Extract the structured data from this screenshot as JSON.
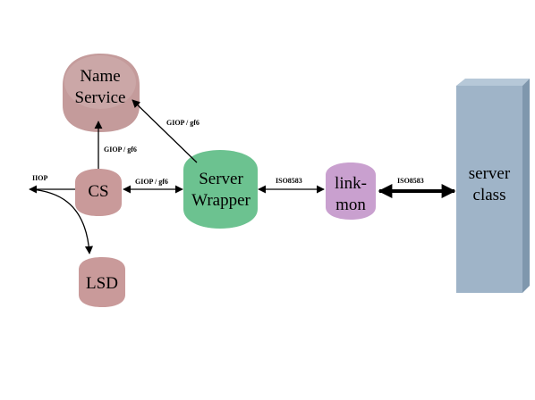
{
  "nodes": {
    "name_service": {
      "line1": "Name",
      "line2": "Service"
    },
    "cs": {
      "label": "CS"
    },
    "lsd": {
      "label": "LSD"
    },
    "server_wrapper": {
      "line1": "Server",
      "line2": "Wrapper"
    },
    "link_mon": {
      "line1": "link-",
      "line2": "mon"
    },
    "server_class": {
      "line1": "server",
      "line2": "class"
    }
  },
  "edges": {
    "iiop": "IIOP",
    "cs_to_name_service": "GIOP / gf6",
    "cs_to_server_wrapper": "GIOP / gf6",
    "server_wrapper_to_name_service": "GIOP / gf6",
    "server_wrapper_to_link_mon": "ISO8583",
    "link_mon_to_server_class": "ISO8583"
  },
  "colors": {
    "name_service": "#c49b9b",
    "cs": "#c99a9a",
    "lsd": "#c99a9a",
    "server_wrapper": "#6cc290",
    "link_mon": "#c9a0cf",
    "server_class_front": "#9fb4c8",
    "server_class_side": "#7f97ad",
    "server_class_top": "#b6c8d8"
  }
}
